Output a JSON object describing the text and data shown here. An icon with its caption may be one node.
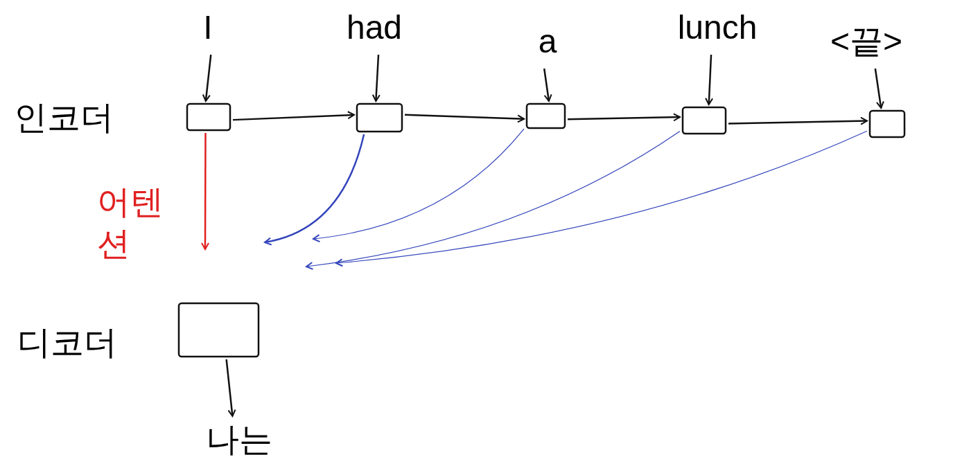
{
  "diagram": {
    "nodes": [
      {
        "text": [
          "I"
        ]
      },
      {
        "text": [
          "had"
        ]
      },
      {
        "text": [
          "a"
        ]
      },
      {
        "text": [
          "lunch"
        ]
      },
      {
        "text": [
          "<끝>"
        ]
      },
      {
        "text": [],
        "shape": "box"
      },
      {
        "text": [],
        "shape": "box"
      },
      {
        "text": [],
        "shape": "box"
      },
      {
        "text": [],
        "shape": "box"
      },
      {
        "text": [],
        "shape": "box"
      },
      {
        "text": [],
        "shape": "box"
      },
      {
        "text": [
          "나는"
        ]
      }
    ],
    "edges": [
      {
        "from": 0,
        "to": 5,
        "arrow": "to"
      },
      {
        "from": 1,
        "to": 6,
        "arrow": "to"
      },
      {
        "from": 2,
        "to": 7,
        "arrow": "to"
      },
      {
        "from": 3,
        "to": 8,
        "arrow": "to"
      },
      {
        "from": 4,
        "to": 9,
        "arrow": "to"
      },
      {
        "from": 5,
        "to": 6,
        "arrow": "to"
      },
      {
        "from": 6,
        "to": 7,
        "arrow": "to"
      },
      {
        "from": 7,
        "to": 8,
        "arrow": "to"
      },
      {
        "from": 8,
        "to": 9,
        "arrow": "to"
      },
      {
        "from": 5,
        "to": null,
        "arrow": "to",
        "color": "#e02020"
      },
      {
        "from": 6,
        "to": null,
        "arrow": "to",
        "color": "#3344bb"
      },
      {
        "from": 7,
        "to": null,
        "arrow": "to",
        "color": "#3344bb"
      },
      {
        "from": 8,
        "to": null,
        "arrow": "to",
        "color": "#3344bb"
      },
      {
        "from": 9,
        "to": null,
        "arrow": "to",
        "color": "#3344bb"
      },
      {
        "from": 10,
        "to": 11,
        "arrow": "to"
      }
    ],
    "labels": [
      "인코더",
      "어텐션",
      "디코더"
    ]
  }
}
